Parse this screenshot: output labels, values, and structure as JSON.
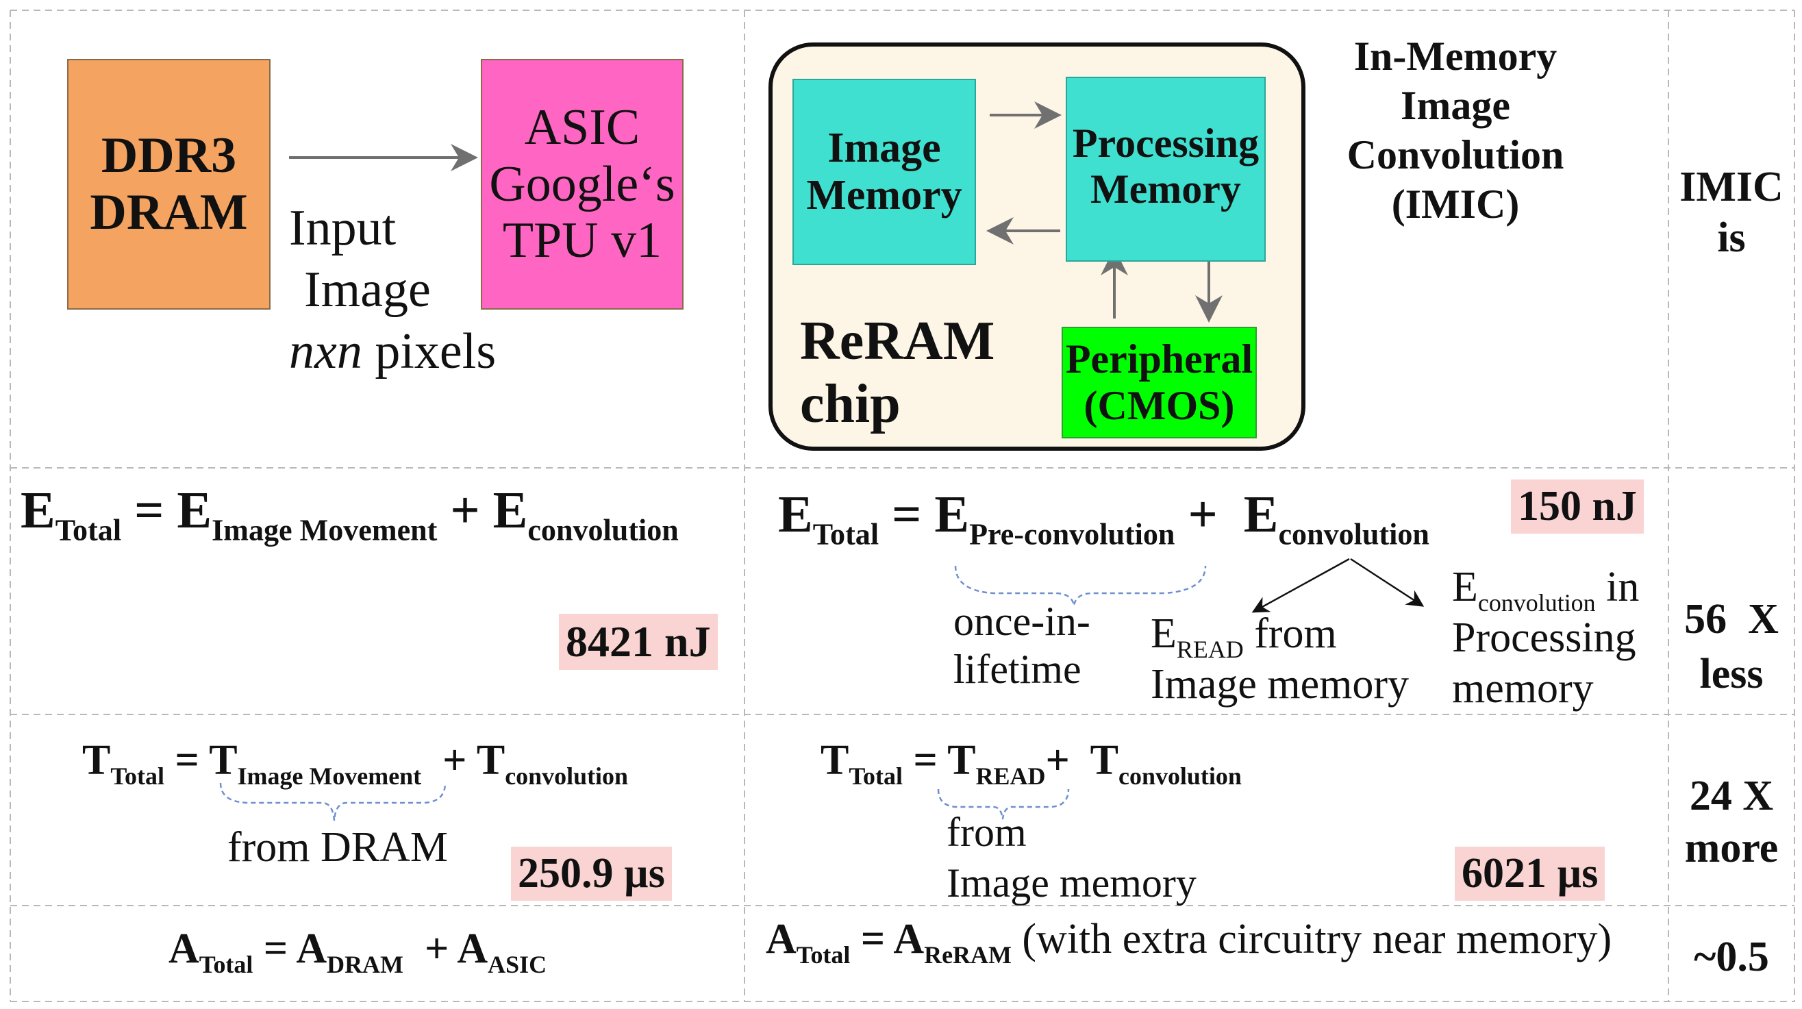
{
  "top": {
    "ddr3": [
      "DDR3",
      "DRAM"
    ],
    "asic": [
      "ASIC",
      "Google‘s",
      "TPU v1"
    ],
    "input": [
      "Input",
      "Image",
      "nxn",
      "pixels"
    ],
    "image_memory": [
      "Image",
      "Memory"
    ],
    "processing_memory": [
      "Processing",
      "Memory"
    ],
    "peripheral": [
      "Peripheral",
      "(CMOS)"
    ],
    "chip": [
      "ReRAM",
      "chip"
    ],
    "imic_title": [
      "In-Memory",
      "Image",
      "Convolution",
      "(IMIC)"
    ],
    "imic_is": [
      "IMIC",
      "is"
    ]
  },
  "energy": {
    "left": {
      "e": "E",
      "total": "Total",
      "eq": "=",
      "e2": "E",
      "image_movement": "Image Movement",
      "plus": "+",
      "e3": "E",
      "convolution": "convolution",
      "value": "8421 nJ"
    },
    "right": {
      "e": "E",
      "total": "Total",
      "eq": "=",
      "e2": "E",
      "pre": "Pre-convolution",
      "plus": "+",
      "e3": "E",
      "convolution": "convolution",
      "value": "150 nJ",
      "once": [
        "once-in-",
        "lifetime"
      ],
      "read_e": "E",
      "read_sub": "READ",
      "read_from": "from",
      "read_line2": "Image memory",
      "conv_e": "E",
      "conv_sub": "convolution",
      "conv_in": "in",
      "conv_line2": "Processing",
      "conv_line3": "memory"
    },
    "ratio": [
      "56",
      "X",
      "less"
    ]
  },
  "time": {
    "left": {
      "t": "T",
      "total": "Total",
      "eq": "=",
      "t2": "T",
      "image_movement": "Image Movement",
      "plus": "+",
      "t3": "T",
      "convolution": "convolution",
      "note": "from DRAM",
      "value": "250.9 µs"
    },
    "right": {
      "t": "T",
      "total": "Total",
      "eq": "=",
      "t2": "T",
      "read": "READ",
      "plus": "+",
      "t3": "T",
      "convolution": "convolution",
      "note": [
        "from",
        "Image memory"
      ],
      "value": "6021 µs"
    },
    "ratio": [
      "24",
      "X",
      "more"
    ]
  },
  "area": {
    "left": {
      "a": "A",
      "total": "Total",
      "eq": "=",
      "a2": "A",
      "dram": "DRAM",
      "plus": "+",
      "a3": "A",
      "asic": "ASIC"
    },
    "right": {
      "a": "A",
      "total": "Total",
      "eq": "=",
      "a2": "A",
      "reram": "ReRAM",
      "note": "(with extra circuitry near memory)"
    },
    "ratio": "~0.5"
  },
  "colors": {
    "ddr3": "#f4a460",
    "asic": "#ff66c4",
    "memory": "#40e0d0",
    "peripheral": "#00ff00",
    "chip": "#fdf5e6",
    "highlight": "#f9d4d2"
  }
}
